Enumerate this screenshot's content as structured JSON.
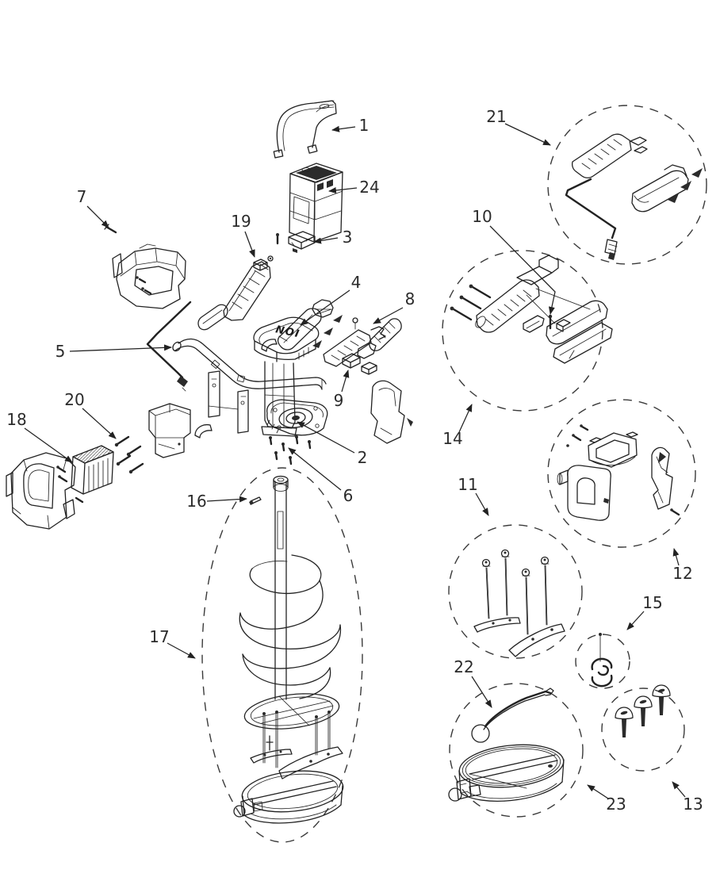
{
  "style": {
    "background": "#ffffff",
    "line_color": "#222222"
  },
  "labels": {
    "motor_logo": "ION"
  },
  "callouts": {
    "c1": {
      "label": "1"
    },
    "c2": {
      "label": "2"
    },
    "c3": {
      "label": "3"
    },
    "c4": {
      "label": "4"
    },
    "c5": {
      "label": "5"
    },
    "c6": {
      "label": "6"
    },
    "c7": {
      "label": "7"
    },
    "c8": {
      "label": "8"
    },
    "c9": {
      "label": "9"
    },
    "c10": {
      "label": "10"
    },
    "c11": {
      "label": "11"
    },
    "c12": {
      "label": "12"
    },
    "c13": {
      "label": "13"
    },
    "c14": {
      "label": "14"
    },
    "c15": {
      "label": "15"
    },
    "c16": {
      "label": "16"
    },
    "c17": {
      "label": "17"
    },
    "c18": {
      "label": "18"
    },
    "c19": {
      "label": "19"
    },
    "c20": {
      "label": "20"
    },
    "c21": {
      "label": "21"
    },
    "c22": {
      "label": "22"
    },
    "c23": {
      "label": "23"
    },
    "c24": {
      "label": "24"
    }
  }
}
